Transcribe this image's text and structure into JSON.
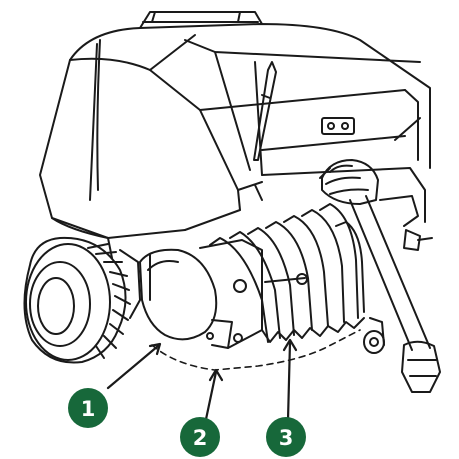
{
  "callouts": [
    {
      "label": "1"
    },
    {
      "label": "2"
    },
    {
      "label": "3"
    }
  ],
  "colors": {
    "callout_fill": "#17683a",
    "callout_text": "#ffffff",
    "line_art": "#1a1a1a",
    "background": "#ffffff"
  }
}
